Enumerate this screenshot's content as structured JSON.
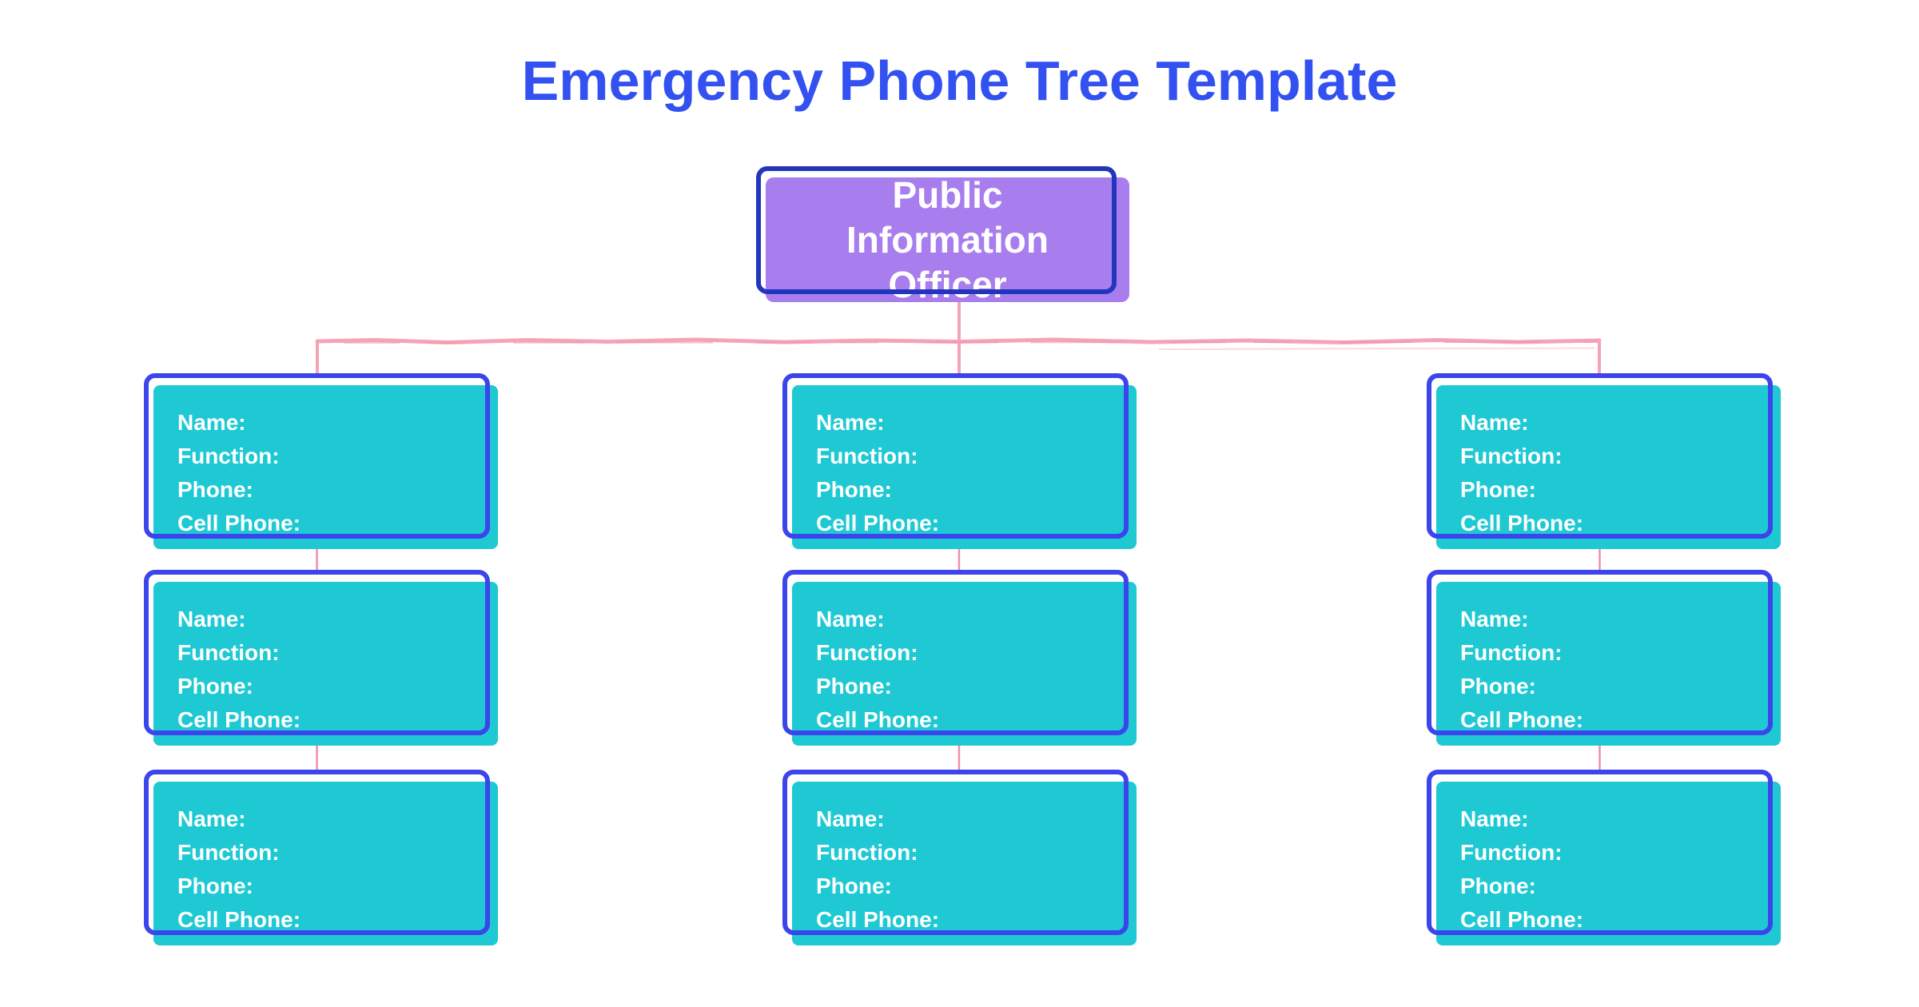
{
  "page": {
    "background": "#ffffff"
  },
  "title": {
    "text": "Emergency Phone Tree Template",
    "color": "#3351f1"
  },
  "tree": {
    "root": {
      "label": "Public Information Officer",
      "fill_color": "#a87dee",
      "outline_color": "#2136bd",
      "text_color": "#ffffff"
    },
    "card_style": {
      "fill_color": "#1ec9d4",
      "outline_color": "#3b45eb",
      "text_color": "#ffffff"
    },
    "connector_color": "#f5a3b6",
    "branches": [
      {
        "cards": [
          {
            "fields": [
              "Name:",
              "Function:",
              "Phone:",
              "Cell Phone:"
            ]
          },
          {
            "fields": [
              "Name:",
              "Function:",
              "Phone:",
              "Cell Phone:"
            ]
          },
          {
            "fields": [
              "Name:",
              "Function:",
              "Phone:",
              "Cell Phone:"
            ]
          }
        ]
      },
      {
        "cards": [
          {
            "fields": [
              "Name:",
              "Function:",
              "Phone:",
              "Cell Phone:"
            ]
          },
          {
            "fields": [
              "Name:",
              "Function:",
              "Phone:",
              "Cell Phone:"
            ]
          },
          {
            "fields": [
              "Name:",
              "Function:",
              "Phone:",
              "Cell Phone:"
            ]
          }
        ]
      },
      {
        "cards": [
          {
            "fields": [
              "Name:",
              "Function:",
              "Phone:",
              "Cell Phone:"
            ]
          },
          {
            "fields": [
              "Name:",
              "Function:",
              "Phone:",
              "Cell Phone:"
            ]
          },
          {
            "fields": [
              "Name:",
              "Function:",
              "Phone:",
              "Cell Phone:"
            ]
          }
        ]
      }
    ]
  }
}
